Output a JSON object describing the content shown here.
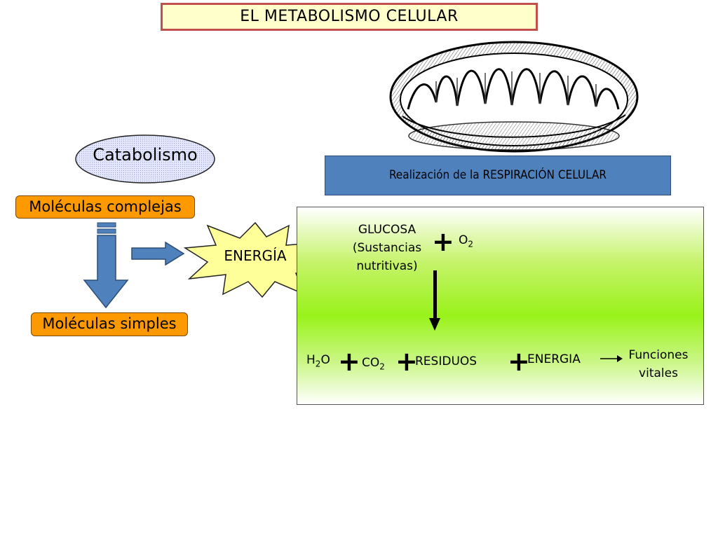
{
  "title": "EL METABOLISMO CELULAR",
  "left": {
    "catabolismo": "Catabolismo",
    "moleculas_complejas": "Moléculas complejas",
    "moleculas_simples": "Moléculas simples",
    "energia": "ENERGÍA"
  },
  "right": {
    "respiracion": "Realización de la RESPIRACIÓN CELULAR",
    "glucosa": "GLUCOSA",
    "sustancias_1": "(Sustancias",
    "sustancias_2": "nutritivas)",
    "o": "O",
    "o_sub": "2",
    "plus": "+",
    "h": "H",
    "h_sub": "2",
    "h2o_o": "O",
    "co": "CO",
    "co_sub": "2",
    "residuos": "RESIDUOS",
    "energia": "ENERGIA",
    "funciones_1": "Funciones",
    "funciones_2": "vitales"
  },
  "colors": {
    "title_bg": "#ffffcc",
    "title_border": "#c0504d",
    "orange": "#ff9900",
    "blue": "#4f81bd",
    "green": "#99f21a",
    "star": "#ffff99"
  }
}
